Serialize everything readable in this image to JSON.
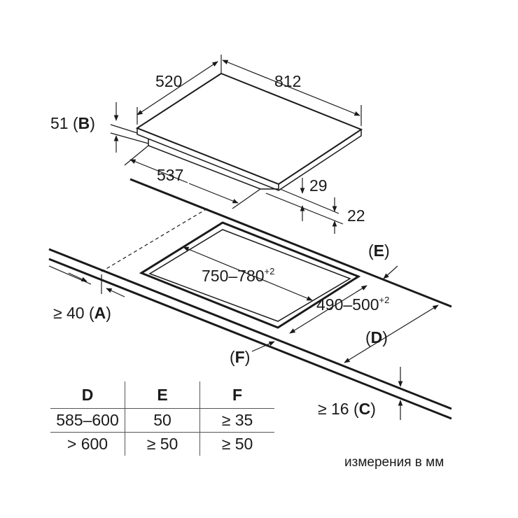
{
  "diagram": {
    "hob": {
      "width": "812",
      "depth": "520",
      "underside_depth": "537",
      "thickness_label": "51 (",
      "thickness_letter": "B",
      "thickness_close": ")",
      "frame_height": "29",
      "frame_offset": "22"
    },
    "cutout": {
      "width": "750–780",
      "width_tol": "+2",
      "depth": "490–500",
      "depth_tol": "+2"
    },
    "clearances": {
      "a_prefix": "≥ 40 (",
      "a_letter": "A",
      "a_close": ")",
      "c_prefix": "≥ 16 (",
      "c_letter": "C",
      "c_close": ")",
      "d_open": "(",
      "d_letter": "D",
      "d_close": ")",
      "e_open": "(",
      "e_letter": "E",
      "e_close": ")",
      "f_open": "(",
      "f_letter": "F",
      "f_close": ")"
    },
    "line_color": "#1a1a1a"
  },
  "table": {
    "headers": [
      "D",
      "E",
      "F"
    ],
    "rows": [
      [
        "585–600",
        "50",
        "≥ 35"
      ],
      [
        "> 600",
        "≥ 50",
        "≥ 50"
      ]
    ]
  },
  "units_note": "измерения в мм"
}
